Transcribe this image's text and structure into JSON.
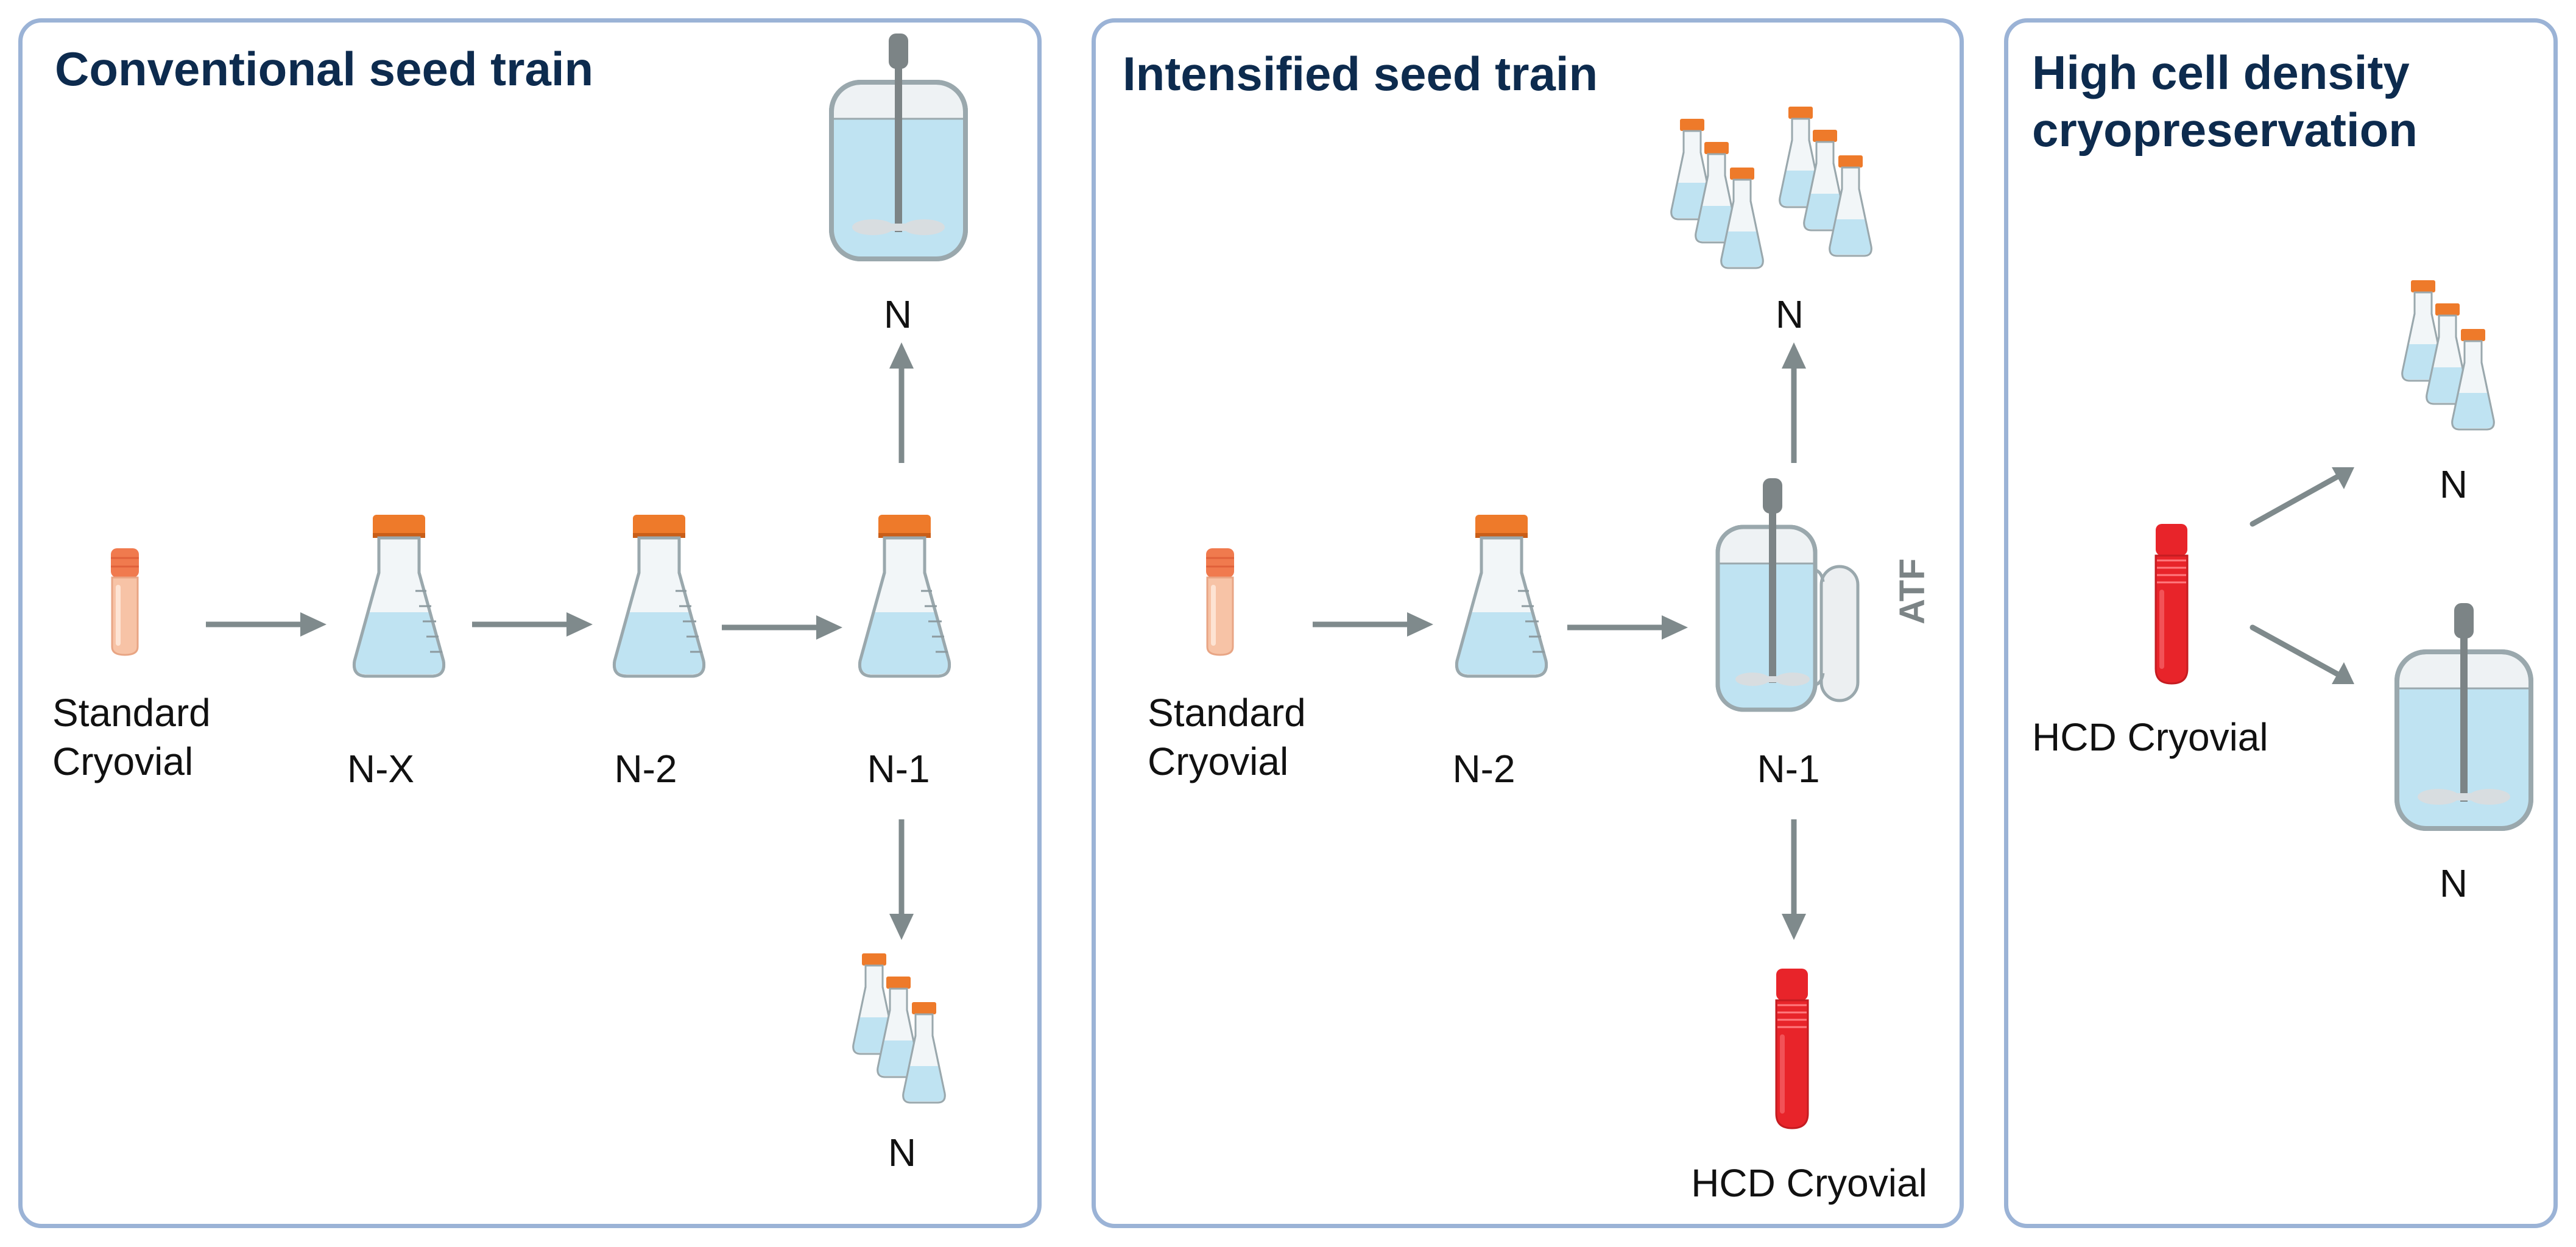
{
  "colors": {
    "panel_border": "#9bb3d6",
    "title_text": "#0d2b4e",
    "arrow": "#7f8a8c",
    "liquid": "#bfe3f2",
    "cap": "#ee7a2a",
    "hcd_red": "#e8242a",
    "standard_vial": "#f7c3a6"
  },
  "panels": [
    {
      "title": "Conventional seed train",
      "labels": {
        "vial": "Standard\nCryovial",
        "nx": "N-X",
        "n2": "N-2",
        "n1": "N-1",
        "n_top": "N",
        "n_bottom": "N"
      }
    },
    {
      "title": "Intensified seed train",
      "labels": {
        "vial": "Standard\nCryovial",
        "n2": "N-2",
        "n1": "N-1",
        "n_top": "N",
        "hcd": "HCD Cryovial",
        "atf": "ATF"
      }
    },
    {
      "title": "High cell density\ncryopreservation",
      "labels": {
        "vial": "HCD Cryovial",
        "n_flasks": "N",
        "n_bioreactor": "N"
      }
    }
  ]
}
